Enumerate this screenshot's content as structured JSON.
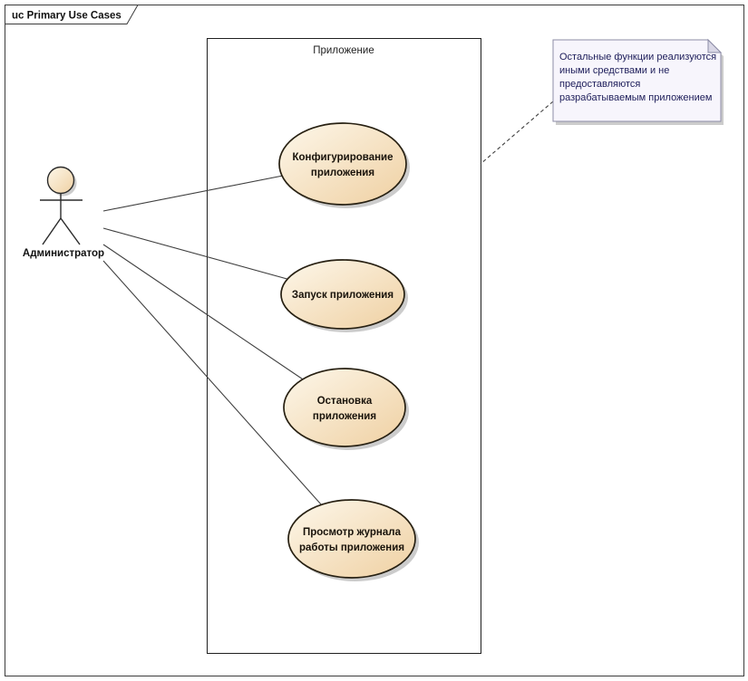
{
  "frame": {
    "label": "uc Primary Use Cases"
  },
  "system_boundary": {
    "label": "Приложение"
  },
  "actor": {
    "label": "Администратор"
  },
  "usecases": [
    {
      "id": "configure-app",
      "lines": [
        "Конфигурирование",
        "приложения"
      ]
    },
    {
      "id": "start-app",
      "lines": [
        "Запуск приложения"
      ]
    },
    {
      "id": "stop-app",
      "lines": [
        "Остановка",
        "приложения"
      ]
    },
    {
      "id": "view-log",
      "lines": [
        "Просмотр журнала",
        "работы приложения"
      ]
    }
  ],
  "note": {
    "lines": [
      "Остальные функции реализуются",
      "иными средствами и не",
      "предоставляются",
      "разрабатываемым приложением"
    ]
  },
  "colors": {
    "usecase_fill_light": "#fdf7ea",
    "usecase_fill_dark": "#efd0a2",
    "usecase_border": "#272012",
    "note_background": "#f7f5fc",
    "note_border": "#8c8ca6",
    "note_fold": "#d9d7e6",
    "note_text": "#20205c",
    "connector": "#3f3f3f",
    "shadow": "#8f8f8f"
  }
}
